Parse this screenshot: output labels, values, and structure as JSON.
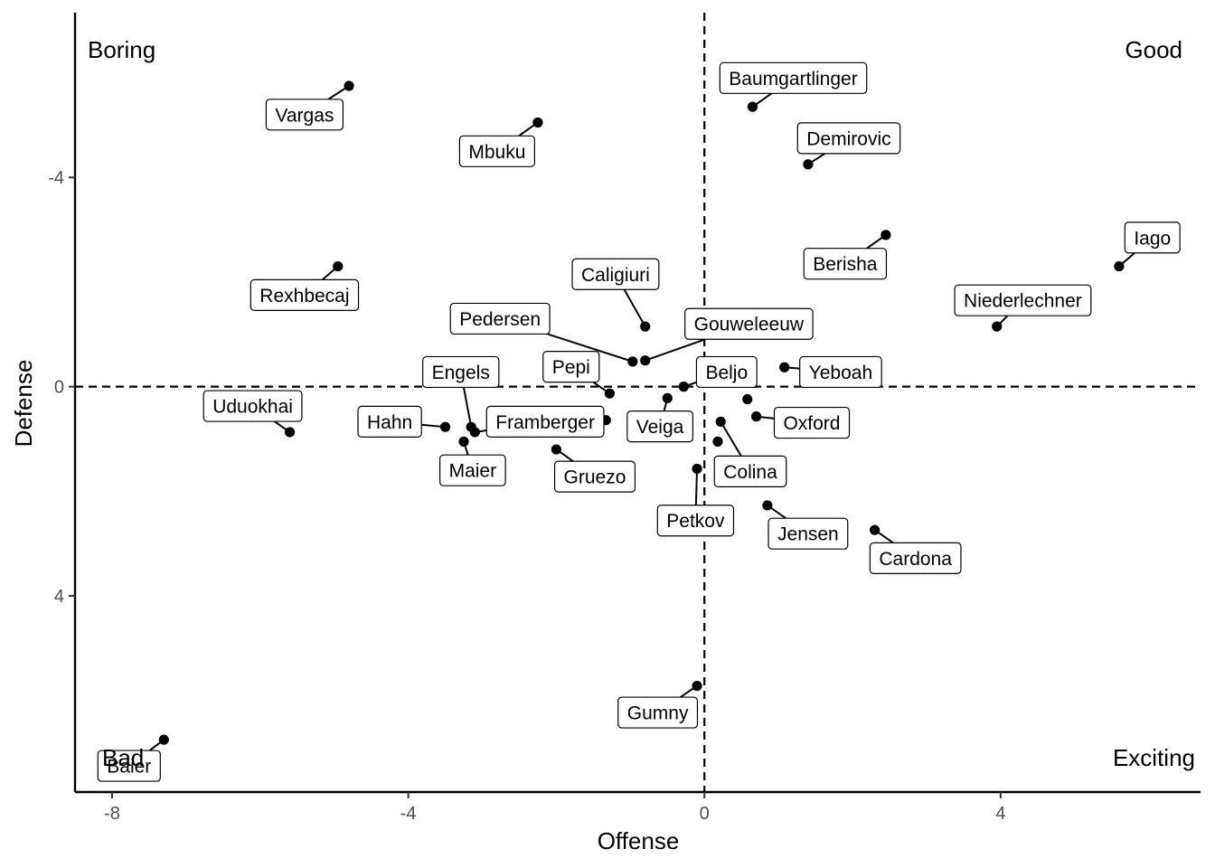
{
  "chart_data": {
    "type": "scatter",
    "xlabel": "Offense",
    "ylabel": "Defense",
    "xlim": [
      -8.5,
      6.7
    ],
    "ylim": [
      -7.15,
      7.75
    ],
    "y_reversed": true,
    "x_ticks": [
      -8,
      -4,
      0,
      4
    ],
    "x_tick_labels": [
      "-8",
      "-4",
      "0",
      "4"
    ],
    "y_ticks": [
      -4,
      0,
      4
    ],
    "y_tick_labels": [
      "-4",
      "0",
      "4"
    ],
    "reference_lines": {
      "x": 0,
      "y": 0
    },
    "grid": false,
    "quadrant_labels": [
      {
        "text": "Boring",
        "position": "top-left"
      },
      {
        "text": "Good",
        "position": "top-right"
      },
      {
        "text": "Bad",
        "position": "bottom-left"
      },
      {
        "text": "Exciting",
        "position": "bottom-right"
      }
    ],
    "points": [
      {
        "name": "Vargas",
        "x": -4.8,
        "y": -5.75,
        "lx": -5.4,
        "ly": -5.2
      },
      {
        "name": "Mbuku",
        "x": -2.25,
        "y": -5.05,
        "lx": -2.8,
        "ly": -4.5
      },
      {
        "name": "Baumgartlinger",
        "x": 0.65,
        "y": -5.35,
        "lx": 1.2,
        "ly": -5.9
      },
      {
        "name": "Demirovic",
        "x": 1.4,
        "y": -4.25,
        "lx": 1.95,
        "ly": -4.75
      },
      {
        "name": "Berisha",
        "x": 2.45,
        "y": -2.9,
        "lx": 1.9,
        "ly": -2.35
      },
      {
        "name": "Iago",
        "x": 5.6,
        "y": -2.3,
        "lx": 6.05,
        "ly": -2.85
      },
      {
        "name": "Niederlechner",
        "x": 3.95,
        "y": -1.15,
        "lx": 4.3,
        "ly": -1.65
      },
      {
        "name": "Rexhbecaj",
        "x": -4.95,
        "y": -2.3,
        "lx": -5.4,
        "ly": -1.75
      },
      {
        "name": "Caligiuri",
        "x": -0.8,
        "y": -1.15,
        "lx": -1.2,
        "ly": -2.15
      },
      {
        "name": "Pedersen",
        "x": -0.97,
        "y": -0.48,
        "lx": -2.76,
        "ly": -1.3
      },
      {
        "name": "Gouweleeuw",
        "x": -0.8,
        "y": -0.5,
        "lx": 0.6,
        "ly": -1.2
      },
      {
        "name": "Pepi",
        "x": -1.28,
        "y": 0.13,
        "lx": -1.8,
        "ly": -0.38
      },
      {
        "name": "Beljo",
        "x": -0.28,
        "y": 0.0,
        "lx": 0.3,
        "ly": -0.28
      },
      {
        "name": "Yeboah",
        "x": 1.08,
        "y": -0.37,
        "lx": 1.84,
        "ly": -0.28
      },
      {
        "name": "Engels",
        "x": -3.15,
        "y": 0.77,
        "lx": -3.29,
        "ly": -0.28
      },
      {
        "name": "Uduokhai",
        "x": -5.6,
        "y": 0.87,
        "lx": -6.1,
        "ly": 0.37
      },
      {
        "name": "Hahn",
        "x": -3.5,
        "y": 0.77,
        "lx": -4.25,
        "ly": 0.67
      },
      {
        "name": "Maier",
        "x": -3.25,
        "y": 1.05,
        "lx": -3.13,
        "ly": 1.6
      },
      {
        "name": "Framberger",
        "x": -3.1,
        "y": 0.87,
        "lx": -2.15,
        "ly": 0.67
      },
      {
        "name": "Framberger-end",
        "x": -1.33,
        "y": 0.64,
        "lx": -1.33,
        "ly": 0.64,
        "hidden": true
      },
      {
        "name": "Gruezo",
        "x": -2.0,
        "y": 1.2,
        "lx": -1.48,
        "ly": 1.72
      },
      {
        "name": "Veiga",
        "x": -0.5,
        "y": 0.22,
        "lx": -0.6,
        "ly": 0.76
      },
      {
        "name": "Oxford",
        "x": 0.7,
        "y": 0.57,
        "lx": 1.45,
        "ly": 0.69
      },
      {
        "name": "Colina",
        "x": 0.22,
        "y": 0.67,
        "lx": 0.62,
        "ly": 1.62
      },
      {
        "name": "Petkov",
        "x": -0.1,
        "y": 1.57,
        "lx": -0.12,
        "ly": 2.56
      },
      {
        "name": "Jensen",
        "x": 0.85,
        "y": 2.27,
        "lx": 1.4,
        "ly": 2.81
      },
      {
        "name": "Cardona",
        "x": 2.3,
        "y": 2.74,
        "lx": 2.85,
        "ly": 3.28
      },
      {
        "name": "Gumny",
        "x": -0.1,
        "y": 5.72,
        "lx": -0.63,
        "ly": 6.23
      },
      {
        "name": "Baier",
        "x": -7.3,
        "y": 6.75,
        "lx": -7.77,
        "ly": 7.25
      },
      {
        "name": "Extra-1",
        "x": 0.58,
        "y": 0.24,
        "hidden": true
      },
      {
        "name": "Extra-2",
        "x": 0.18,
        "y": 1.05,
        "hidden": true
      }
    ]
  }
}
